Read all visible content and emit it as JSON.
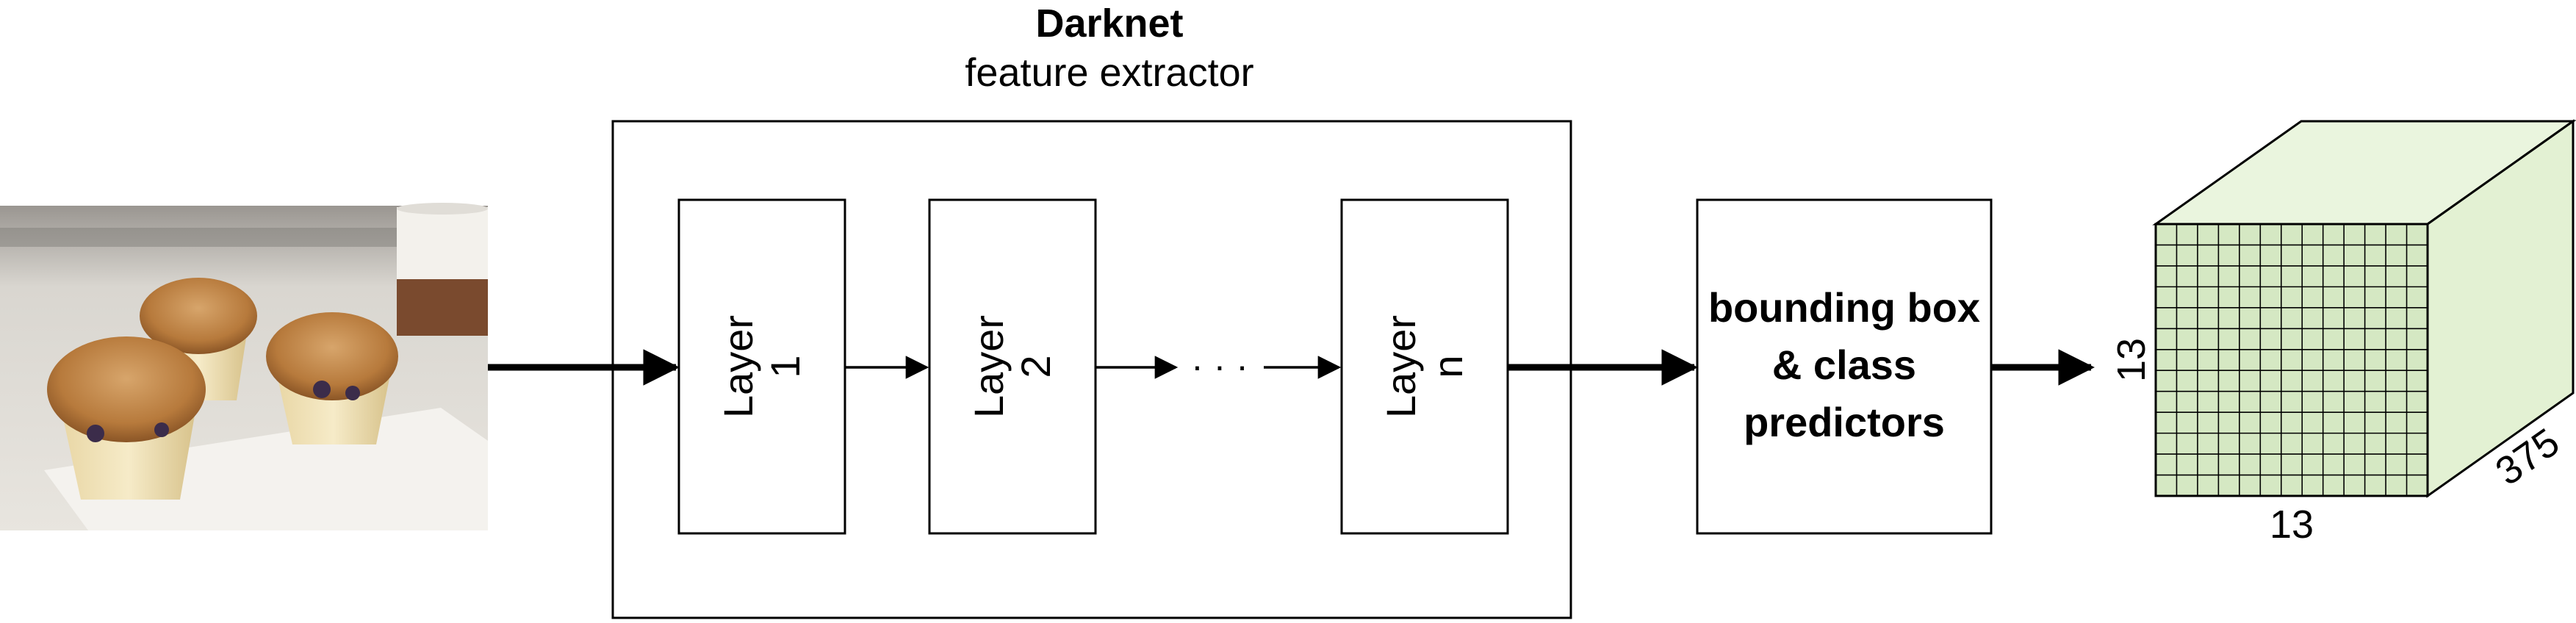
{
  "feature_extractor": {
    "name": "Darknet",
    "subtitle": "feature extractor",
    "layers": [
      {
        "label": "Layer\n1"
      },
      {
        "label": "Layer\n2"
      },
      {
        "label": "Layer\nn"
      }
    ],
    "ellipsis": "· · ·"
  },
  "predictors": {
    "label": "bounding box & class predictors"
  },
  "output_tensor": {
    "height": "13",
    "width": "13",
    "depth": "375",
    "grid_rows": 13,
    "grid_cols": 13,
    "colors": {
      "front": "#d5e8c3",
      "top": "#eaf5de",
      "side": "#e3f1d3"
    }
  },
  "input_image": {
    "subject": "blueberry muffins on a napkin"
  }
}
